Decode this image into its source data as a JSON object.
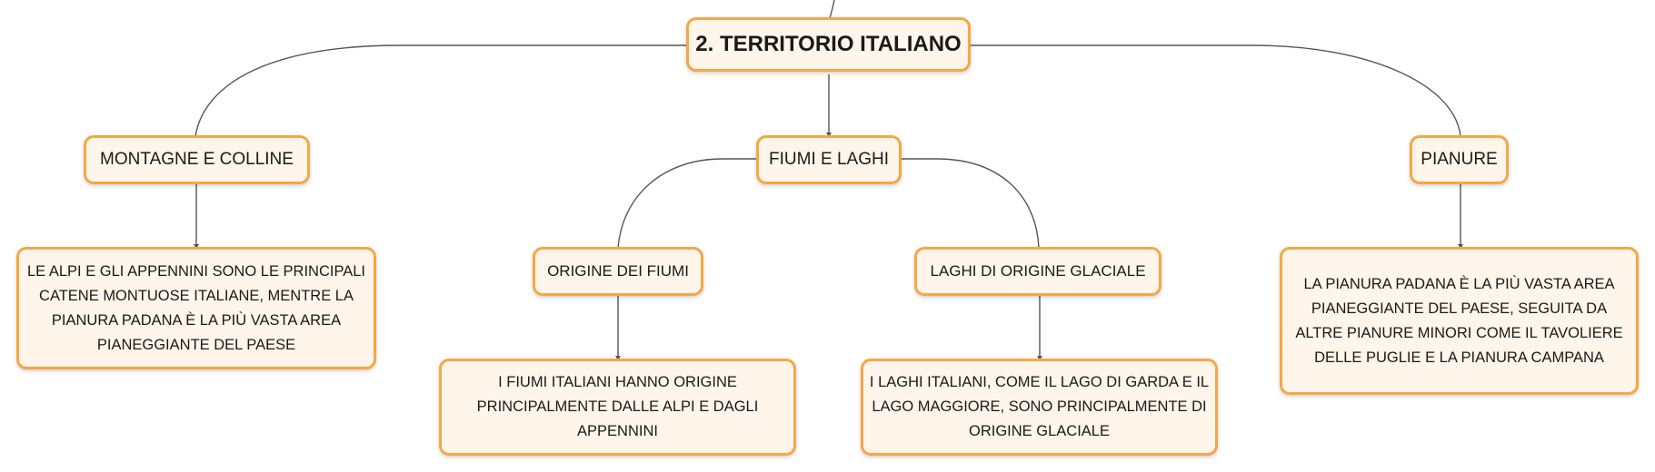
{
  "map": {
    "root": "2. TERRITORIO ITALIANO",
    "branches": {
      "montagne": {
        "title": "MONTAGNE E COLLINE",
        "note": "LE ALPI E GLI APPENNINI SONO LE PRINCIPALI CATENE MONTUOSE ITALIANE, MENTRE LA PIANURA PADANA È LA PIÙ VASTA AREA PIANEGGIANTE DEL PAESE"
      },
      "fiumi_laghi": {
        "title": "FIUMI E LAGHI",
        "origine_fiumi": {
          "title": "ORIGINE DEI FIUMI",
          "note": "I FIUMI ITALIANI HANNO ORIGINE PRINCIPALMENTE DALLE ALPI E DAGLI APPENNINI"
        },
        "laghi": {
          "title": "LAGHI DI ORIGINE GLACIALE",
          "note": "I LAGHI ITALIANI, COME IL LAGO DI GARDA E IL LAGO MAGGIORE, SONO PRINCIPALMENTE DI ORIGINE GLACIALE"
        }
      },
      "pianure": {
        "title": "PIANURE",
        "note": "LA PIANURA PADANA È LA PIÙ VASTA AREA PIANEGGIANTE DEL PAESE, SEGUITA DA ALTRE PIANURE MINORI COME IL TAVOLIERE DELLE PUGLIE E LA PIANURA CAMPANA"
      }
    }
  },
  "colors": {
    "node_border": "#f6a745",
    "node_fill": "#fff5ea",
    "connector": "#555555"
  }
}
